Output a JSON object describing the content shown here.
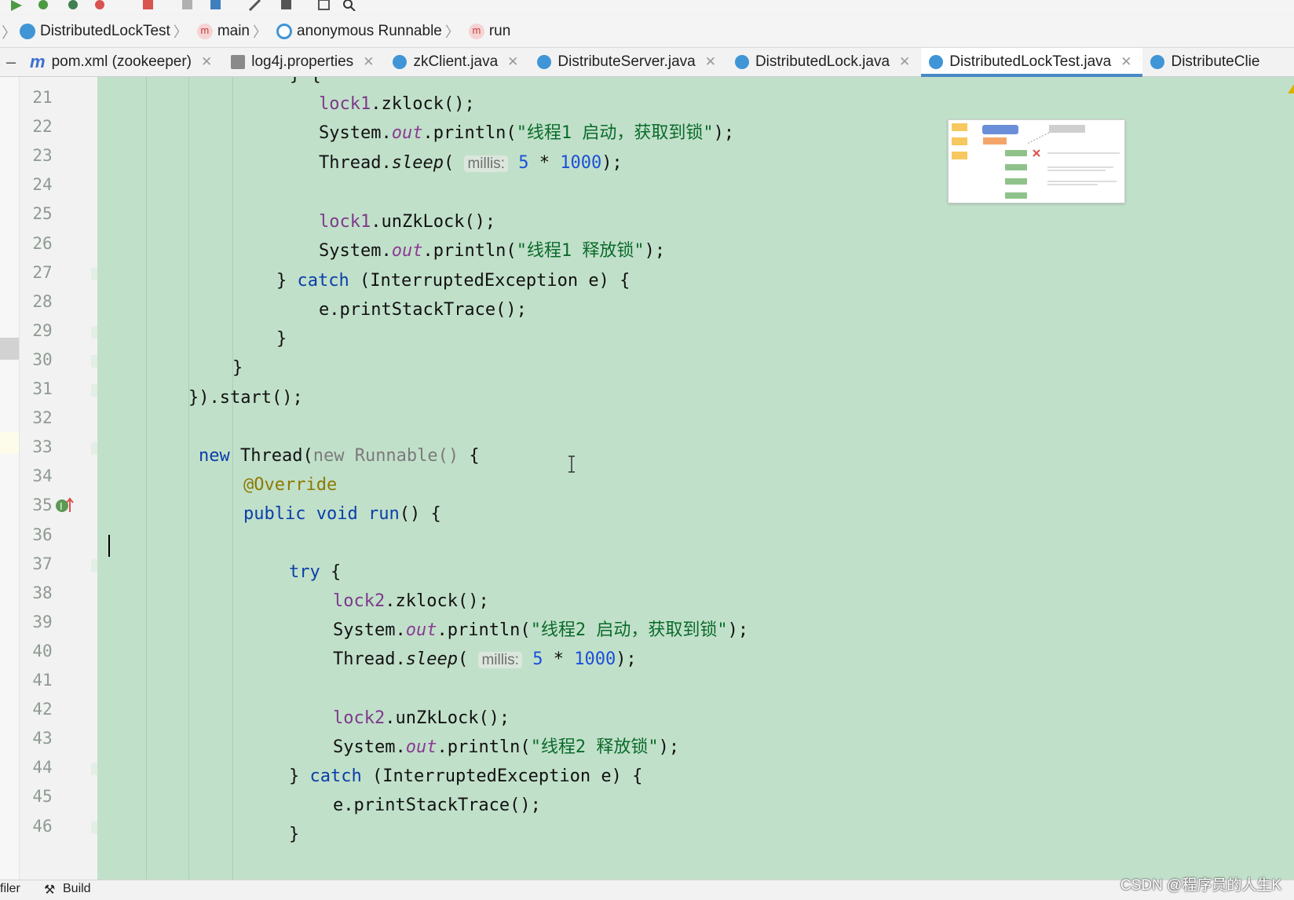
{
  "breadcrumb": [
    {
      "label": "DistributedLockTest",
      "icon": "class-icon"
    },
    {
      "label": "main",
      "icon": "method-icon"
    },
    {
      "label": "anonymous Runnable",
      "icon": "anonymous-class-icon"
    },
    {
      "label": "run",
      "icon": "method-icon"
    }
  ],
  "tabs": [
    {
      "label": "pom.xml (zookeeper)",
      "icon": "maven-icon"
    },
    {
      "label": "log4j.properties",
      "icon": "properties-icon"
    },
    {
      "label": "zkClient.java",
      "icon": "class-icon"
    },
    {
      "label": "DistributeServer.java",
      "icon": "class-icon"
    },
    {
      "label": "DistributedLock.java",
      "icon": "class-icon"
    },
    {
      "label": "DistributedLockTest.java",
      "icon": "class-icon",
      "active": true
    },
    {
      "label": "DistributeClie",
      "icon": "class-icon"
    }
  ],
  "editor": {
    "line_numbers": [
      "21",
      "22",
      "23",
      "24",
      "25",
      "26",
      "27",
      "28",
      "29",
      "30",
      "31",
      "32",
      "33",
      "34",
      "35",
      "36",
      "37",
      "38",
      "39",
      "40",
      "41",
      "42",
      "43",
      "44",
      "45",
      "46"
    ],
    "current_line": "36",
    "hint_label": "millis:",
    "strings": {
      "t1_start": "\"线程1 启动，获取到锁\"",
      "t1_release": "\"线程1 释放锁\"",
      "t2_start": "\"线程2 启动，获取到锁\"",
      "t2_release": "\"线程2 释放锁\""
    }
  },
  "status_bar": {
    "left_label": "filer",
    "build_label": "Build"
  },
  "watermark": "CSDN @程序员的人生K",
  "colors": {
    "editor_bg": "#c1e0ca",
    "keyword": "#0a3ea8",
    "string": "#0a6b2a",
    "number": "#1b4fd6",
    "active_tab_underline": "#4a88c7"
  }
}
